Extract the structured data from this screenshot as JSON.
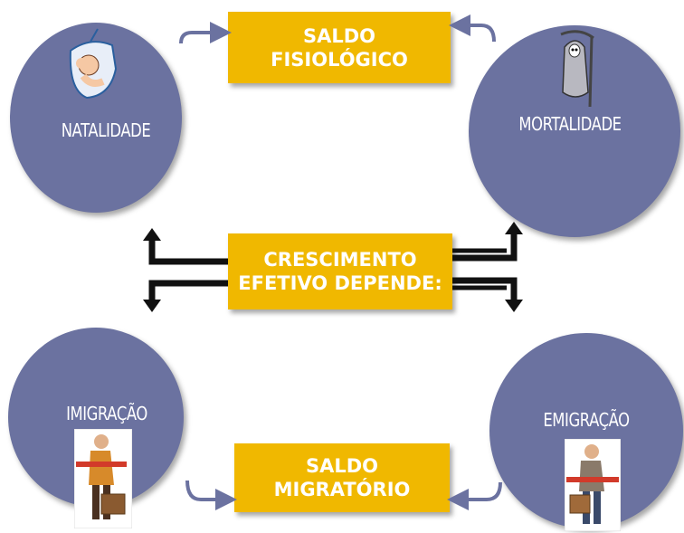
{
  "nodes": {
    "natalidade": "NATALIDADE",
    "mortalidade": "MORTALIDADE",
    "imigracao": "IMIGRAÇÃO",
    "emigracao": "EMIGRAÇÃO"
  },
  "boxes": {
    "saldo_fisiologico": [
      "SALDO",
      "FISIOLÓGICO"
    ],
    "crescimento": [
      "CRESCIMENTO",
      "EFETIVO DEPENDE:"
    ],
    "saldo_migratorio": [
      "SALDO",
      "MIGRATÓRIO"
    ]
  },
  "colors": {
    "circle": "#6b72a0",
    "box": "#f0b800",
    "connector": "#6b72a0",
    "arrow": "#111111"
  },
  "icons": [
    "baby-icon",
    "grim-reaper-icon",
    "immigrant-icon",
    "emigrant-icon"
  ]
}
